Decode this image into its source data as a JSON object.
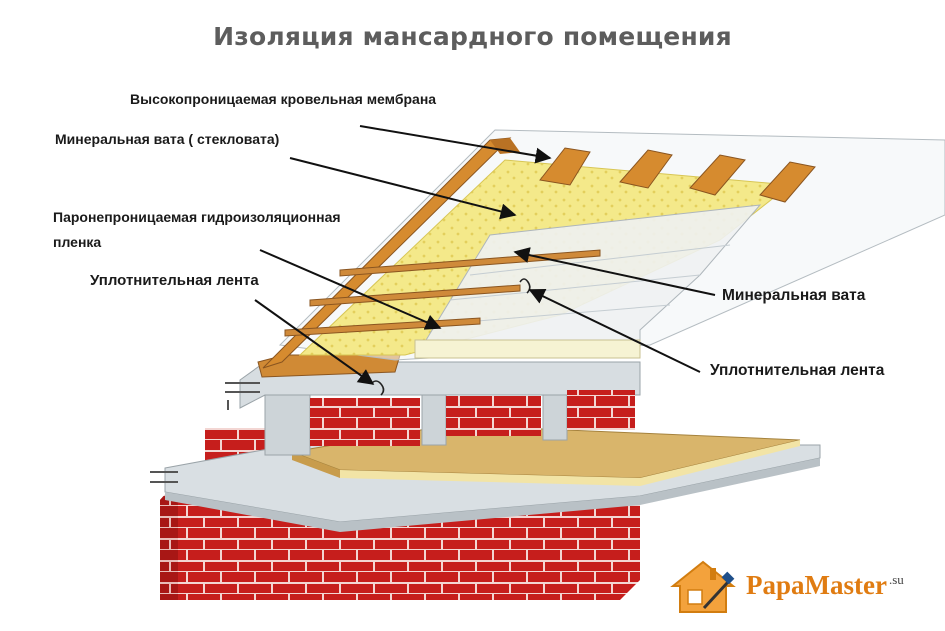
{
  "title": "Изоляция мансардного помещения",
  "labels": {
    "membrane": "Высокопроницаемая кровельная мембрана",
    "mineral_wool_glass": "Минеральная вата ( стекловата)",
    "vapor_film_line1": "Паронепроницаемая гидроизоляционная",
    "vapor_film_line2": "пленка",
    "sealing_tape_left": "Уплотнительная лента",
    "mineral_wool_right": "Минеральная вата",
    "sealing_tape_right": "Уплотнительная лента"
  },
  "logo": {
    "brand": "PapaMaster",
    "tld": ".su"
  },
  "colors": {
    "brick": "#c8201e",
    "mortar": "#f2d7d5",
    "wood": "#d4882e",
    "wool": "#f5eb8c",
    "concrete": "#dfe4e8",
    "membrane": "#eef2f4",
    "accent": "#e07c12"
  }
}
